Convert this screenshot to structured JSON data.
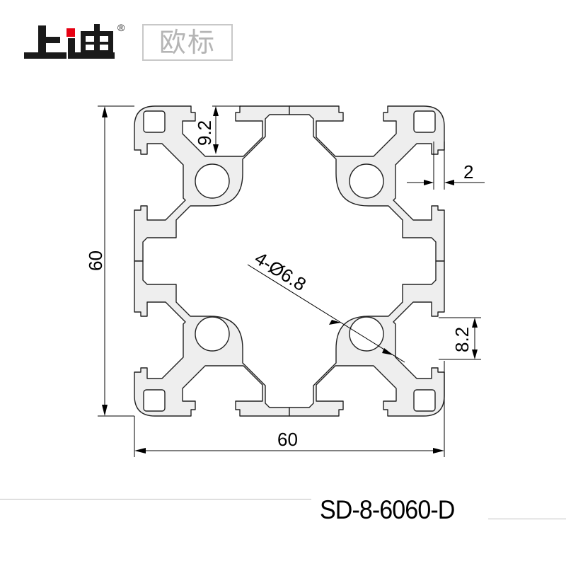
{
  "brand": {
    "logo_text": "上迪",
    "registered_mark": "®",
    "standard_badge": "欧标",
    "logo_color": "#1a1a1a",
    "accent_color": "#e60012"
  },
  "drawing": {
    "type": "aluminum extrusion profile cross-section",
    "fill_color": "#eeeeee",
    "stroke_color": "#222222",
    "dimensions": {
      "height": "60",
      "width": "60",
      "slot_depth": "9.2",
      "wall_thickness": "2",
      "slot_opening": "8.2",
      "holes": "4-Ø6.8"
    }
  },
  "footer": {
    "model_code": "SD-8-6060-D"
  }
}
